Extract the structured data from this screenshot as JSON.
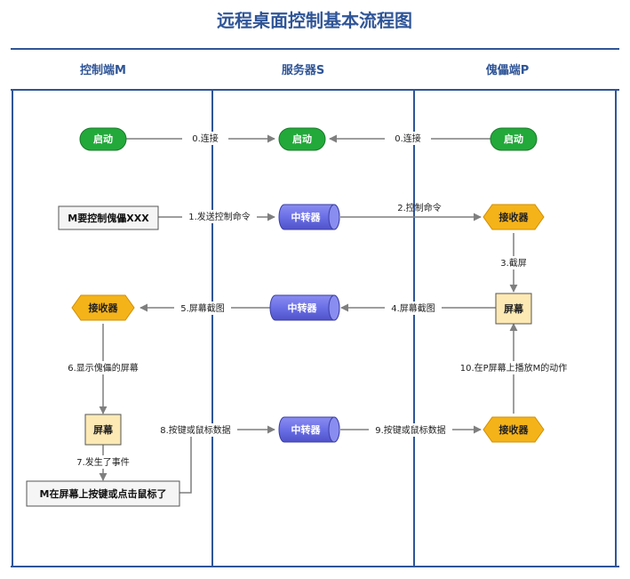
{
  "title": "远程桌面控制基本流程图",
  "lanes": {
    "m": "控制端M",
    "s": "服务器S",
    "p": "傀儡端P"
  },
  "nodes": {
    "m_start": "启动",
    "s_start": "启动",
    "p_start": "启动",
    "m_intent": "M要控制傀儡XXX",
    "s_relay1": "中转器",
    "p_receiver1": "接收器",
    "p_screen": "屏幕",
    "s_relay2": "中转器",
    "m_receiver": "接收器",
    "m_screen": "屏幕",
    "m_event": "M在屏幕上按键或点击鼠标了",
    "s_relay3": "中转器",
    "p_receiver2": "接收器"
  },
  "edges": {
    "e0_left": "0.连接",
    "e0_right": "0.连接",
    "e1": "1.发送控制命令",
    "e2": "2.控制命令",
    "e3": "3.截屏",
    "e4": "4.屏幕截图",
    "e5": "5.屏幕截图",
    "e6": "6.显示傀儡的屏幕",
    "e7": "7.发生了事件",
    "e8": "8.按键或鼠标数据",
    "e9": "9.按键或鼠标数据",
    "e10": "10.在P屏幕上播放M的动作"
  },
  "colors": {
    "title": "#2f5597",
    "lane_border": "#2f5597",
    "start_fill": "#22a93a",
    "relay_fill": "#6b6fe6",
    "receiver_fill": "#f5b31a",
    "screen_fill": "#fde9b4",
    "arrow": "#7f7f7f"
  }
}
